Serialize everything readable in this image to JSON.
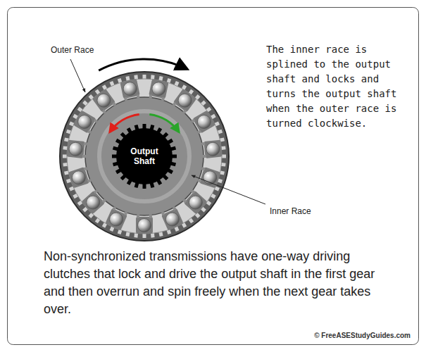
{
  "diagram": {
    "caption": "Non-synchronized transmissions have one-way driving clutches that lock and drive the output shaft in the first gear and then overrun and spin freely when the next gear takes over.",
    "nodes": [
      {
        "text": [
          "Output Shaft"
        ]
      }
    ],
    "labels": [
      "Outer Race",
      "The inner race is splined to the output shaft and locks and turns the output shaft when the outer race is turned clockwise.",
      "Inner Race",
      "© FreeASEStudyGuides.com"
    ]
  }
}
